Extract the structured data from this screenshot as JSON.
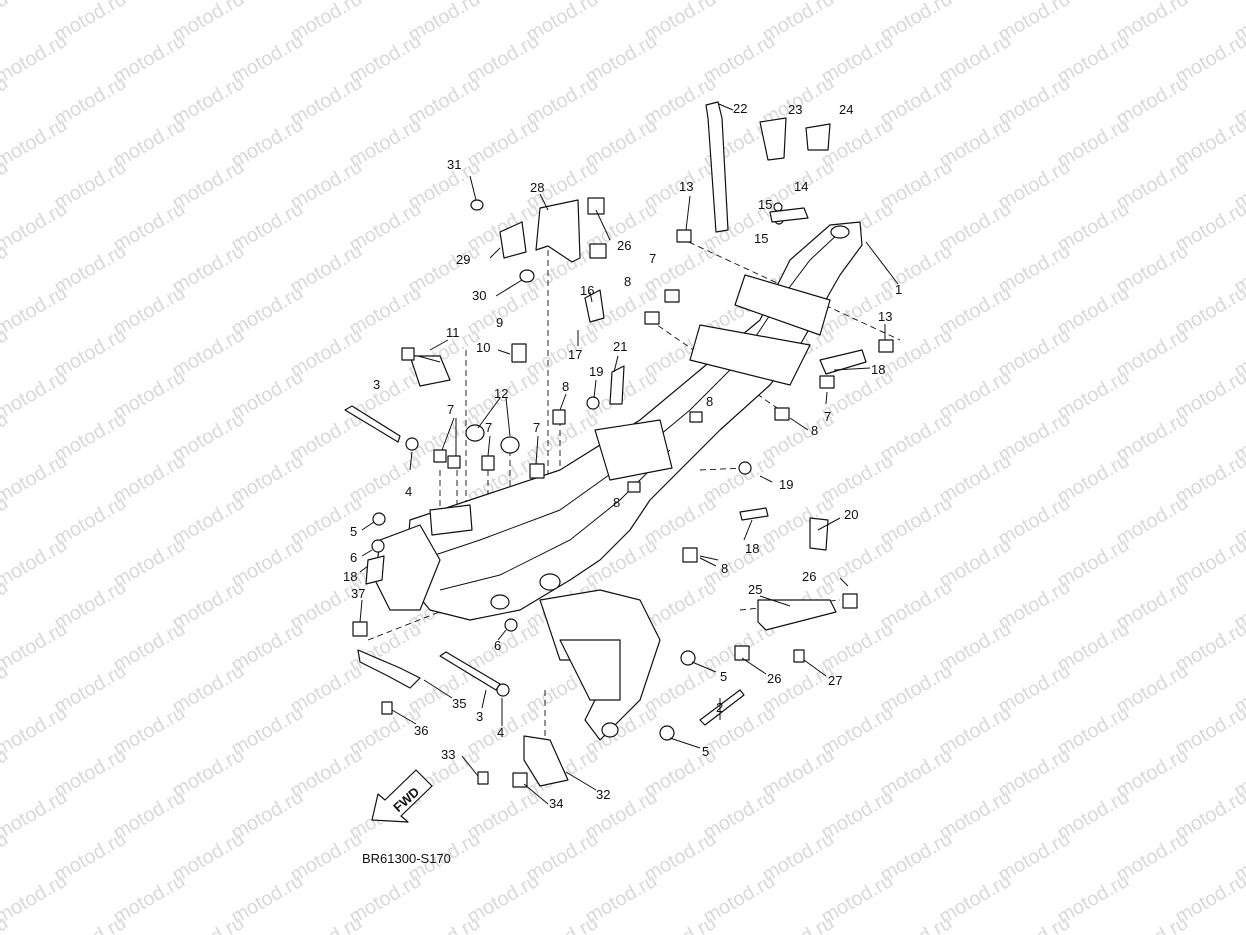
{
  "watermark": "motod.ru",
  "diagram_code": "BR61300-S170",
  "fwd_label": "FWD",
  "callouts": [
    "1",
    "2",
    "3",
    "3",
    "4",
    "4",
    "5",
    "5",
    "5",
    "5",
    "6",
    "6",
    "7",
    "7",
    "7",
    "7",
    "7",
    "8",
    "8",
    "8",
    "8",
    "8",
    "8",
    "9",
    "10",
    "11",
    "12",
    "13",
    "13",
    "14",
    "15",
    "15",
    "16",
    "17",
    "18",
    "18",
    "18",
    "19",
    "19",
    "20",
    "21",
    "22",
    "23",
    "24",
    "25",
    "26",
    "26",
    "26",
    "27",
    "28",
    "29",
    "30",
    "31",
    "32",
    "33",
    "34",
    "35",
    "36",
    "37"
  ]
}
